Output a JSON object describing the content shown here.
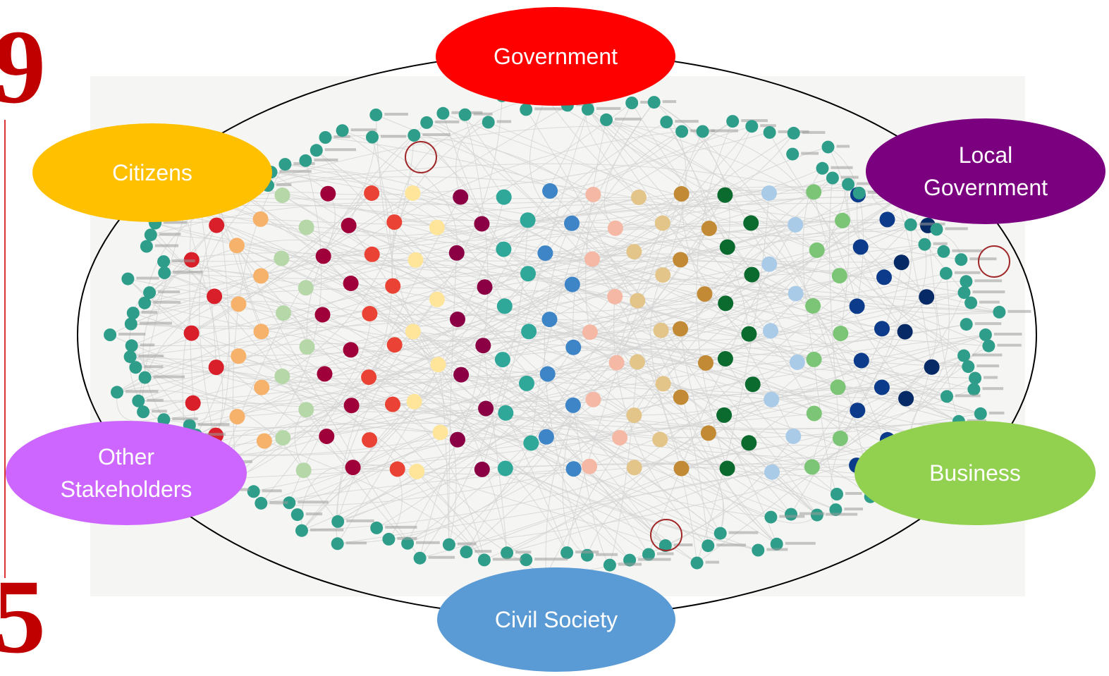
{
  "side_numbers": {
    "top": "9",
    "bottom": "5"
  },
  "stakeholders": {
    "government": {
      "lines": [
        "Government"
      ],
      "color": "#ff0000"
    },
    "citizens": {
      "lines": [
        "Citizens"
      ],
      "color": "#ffc000"
    },
    "local_government": {
      "lines": [
        "Local",
        "Government"
      ],
      "color": "#7b0080"
    },
    "other_stakeholders": {
      "lines": [
        "Other",
        "Stakeholders"
      ],
      "color": "#cc66ff"
    },
    "business": {
      "lines": [
        "Business"
      ],
      "color": "#92d050"
    },
    "civil_society": {
      "lines": [
        "Civil Society"
      ],
      "color": "#5b9bd5"
    }
  },
  "network": {
    "institution_node_color": "#2e9e8a",
    "edge_color": "#d3d3d3",
    "highlight_circle_color": "#a0282a",
    "target_column_colors": [
      "#d81f2a",
      "#f6b26b",
      "#b6d7a8",
      "#a0003a",
      "#ea4335",
      "#ffe599",
      "#8b0045",
      "#2fa89a",
      "#3d85c6",
      "#f4b8a4",
      "#e3c489",
      "#c28a35",
      "#0b6b2e",
      "#a9cbe8",
      "#7cc576",
      "#0b3b8a",
      "#062a66"
    ]
  }
}
